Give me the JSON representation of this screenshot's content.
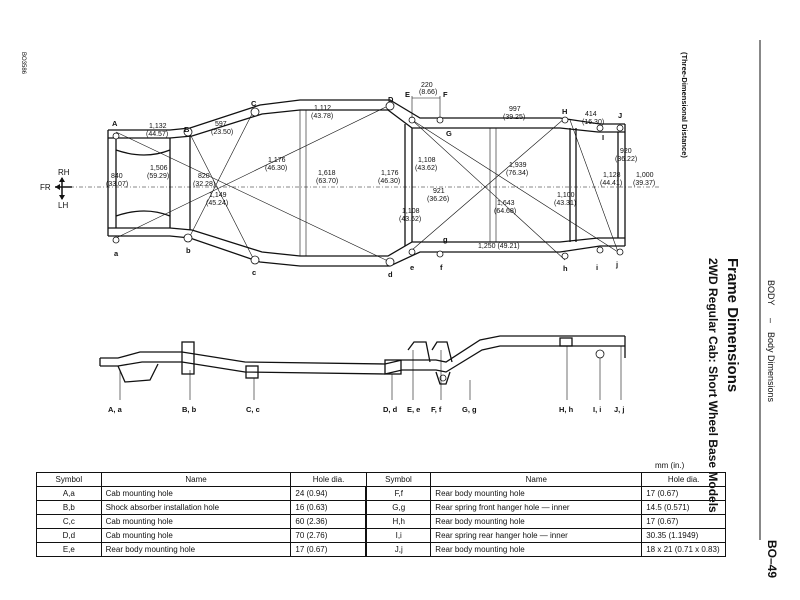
{
  "header": {
    "section": "BODY",
    "dash": "–",
    "subsection": "Body Dimensions",
    "page": "BO–49"
  },
  "title": {
    "main": "Frame Dimensions",
    "sub": "2WD Regular Cab: Short Wheel Base Models"
  },
  "view_note": "(Three-Dimensional Distance)",
  "figure_id": "BO3586",
  "directions": {
    "rh": "RH",
    "fr": "FR",
    "lh": "LH"
  },
  "points_upper": [
    "A",
    "B",
    "C",
    "D",
    "E",
    "F",
    "G",
    "H",
    "I",
    "J"
  ],
  "points_lower": [
    "a",
    "b",
    "c",
    "d",
    "e",
    "f",
    "g",
    "h",
    "i",
    "j"
  ],
  "dimensions": {
    "d220": "220",
    "d220_in": "(8.66)",
    "d1112": "1,112",
    "d1112_in": "(43.78)",
    "d997": "997",
    "d997_in": "(39.25)",
    "d414": "414",
    "d414_in": "(16.30)",
    "d1132": "1,132",
    "d1132_in": "(44.57)",
    "d597": "597",
    "d597_in": "(23.50)",
    "d1506": "1,506",
    "d1506_in": "(59.29)",
    "d840": "840",
    "d840_in": "(33.07)",
    "d820": "820",
    "d820_in": "(32.28)",
    "d1176a": "1,176",
    "d1176a_in": "(46.30)",
    "d1149": "1,149",
    "d1149_in": "(45.24)",
    "d1618": "1,618",
    "d1618_in": "(63.70)",
    "d1176b": "1,176",
    "d1176b_in": "(46.30)",
    "d1108a": "1,108",
    "d1108a_in": "(43.62)",
    "d921": "921",
    "d921_in": "(36.26)",
    "d1108b": "1,108",
    "d1108b_in": "(43.62)",
    "d1939": "1,939",
    "d1939_in": "(76.34)",
    "d1643": "1,643",
    "d1643_in": "(64.68)",
    "d1100": "1,100",
    "d1100_in": "(43.31)",
    "d1128": "1,128",
    "d1128_in": "(44.41)",
    "d920": "920",
    "d920_in": "(36.22)",
    "d1000": "1,000",
    "d1000_in": "(39.37)",
    "d1250": "1,250 (49.21)"
  },
  "side_labels": [
    "A, a",
    "B, b",
    "C, c",
    "D, d",
    "E, e",
    "F, f",
    "G, g",
    "H, h",
    "I, i",
    "J, j"
  ],
  "units": "mm (in.)",
  "table": {
    "headers": [
      "Symbol",
      "Name",
      "Hole dia.",
      "Symbol",
      "Name",
      "Hole dia."
    ],
    "left_rows": [
      {
        "symbol": "A,a",
        "name": "Cab mounting hole",
        "dia": "24 (0.94)"
      },
      {
        "symbol": "B,b",
        "name": "Shock absorber installation hole",
        "dia": "16 (0.63)"
      },
      {
        "symbol": "C,c",
        "name": "Cab mounting hole",
        "dia": "60 (2.36)"
      },
      {
        "symbol": "D,d",
        "name": "Cab mounting hole",
        "dia": "70 (2.76)"
      },
      {
        "symbol": "E,e",
        "name": "Rear body mounting hole",
        "dia": "17 (0.67)"
      }
    ],
    "right_rows": [
      {
        "symbol": "F,f",
        "name": "Rear body mounting hole",
        "dia": "17 (0.67)"
      },
      {
        "symbol": "G,g",
        "name": "Rear spring front hanger hole — inner",
        "dia": "14.5 (0.571)"
      },
      {
        "symbol": "H,h",
        "name": "Rear body mounting hole",
        "dia": "17 (0.67)"
      },
      {
        "symbol": "I,i",
        "name": "Rear spring rear hanger hole — inner",
        "dia": "30.35 (1.1949)"
      },
      {
        "symbol": "J,j",
        "name": "Rear body mounting hole",
        "dia": "18 x 21 (0.71 x 0.83)"
      }
    ]
  }
}
